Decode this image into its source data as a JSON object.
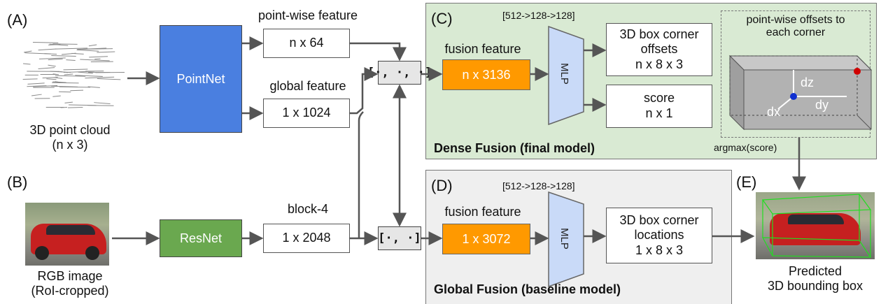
{
  "tags": {
    "a": "(A)",
    "b": "(B)",
    "c": "(C)",
    "d": "(D)",
    "e": "(E)"
  },
  "inputs": {
    "point_cloud": {
      "line1": "3D point cloud",
      "line2": "(n x 3)"
    },
    "rgb": {
      "line1": "RGB image",
      "line2": "(RoI-cropped)"
    }
  },
  "nets": {
    "pointnet": "PointNet",
    "resnet": "ResNet"
  },
  "features": {
    "pointwise_label": "point-wise feature",
    "pointwise_value": "n x 64",
    "global_label": "global feature",
    "global_value": "1 x 1024",
    "block_label": "block-4",
    "block_value": "1 x 2048"
  },
  "concat": {
    "three": "[·, ·, ·]",
    "two": "[·, ·]"
  },
  "dense": {
    "mlp_dims": "[512->128->128]",
    "fusion_label": "fusion feature",
    "fusion_value": "n x 3136",
    "mlp": "MLP",
    "offsets_line1": "3D box corner",
    "offsets_line2": "offsets",
    "offsets_line3": "n x 8 x 3",
    "score_line1": "score",
    "score_line2": "n x 1",
    "title": "Dense Fusion (final model)",
    "inset_line1": "point-wise offsets to",
    "inset_line2": "each corner",
    "dz": "dz",
    "dx": "dx",
    "dy": "dy",
    "argmax": "argmax(score)"
  },
  "global": {
    "mlp_dims": "[512->128->128]",
    "fusion_label": "fusion feature",
    "fusion_value": "1 x 3072",
    "mlp": "MLP",
    "loc_line1": "3D box corner",
    "loc_line2": "locations",
    "loc_line3": "1 x 8 x 3",
    "title": "Global Fusion (baseline model)"
  },
  "output": {
    "line1": "Predicted",
    "line2": "3D bounding box"
  },
  "colors": {
    "pointnet": "#4a7fe0",
    "resnet": "#6aa84f",
    "fusion": "#ff9900",
    "mlp": "#c9daf8",
    "dense_bg": "#d9ead3",
    "global_bg": "#efefef",
    "arrow": "#555555"
  }
}
